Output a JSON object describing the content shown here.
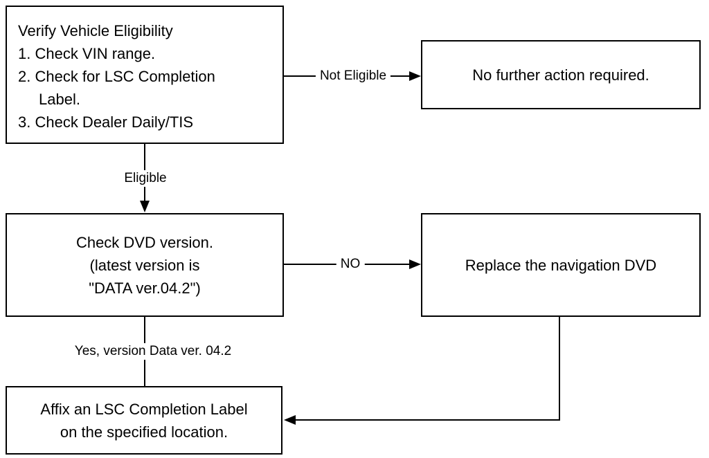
{
  "page": {
    "background_color": "#ffffff",
    "ink_color": "#000000",
    "diagram_type": "flowchart"
  },
  "boxes": {
    "verify": {
      "lines": [
        "Verify Vehicle Eligibility",
        "1. Check VIN range.",
        "2. Check for LSC Completion",
        "Label.",
        "3. Check Dealer Daily/TIS"
      ]
    },
    "no_action": {
      "text": "No further action required."
    },
    "check_dvd": {
      "lines": [
        "Check DVD version.",
        "(latest version is",
        "\"DATA ver.04.2\")"
      ]
    },
    "replace": {
      "text": "Replace the navigation DVD"
    },
    "affix": {
      "lines": [
        "Affix an LSC Completion Label",
        "on the specified location."
      ]
    }
  },
  "labels": {
    "not_eligible": "Not Eligible",
    "eligible": "Eligible",
    "no": "NO",
    "yes": "Yes, version Data ver. 04.2"
  }
}
